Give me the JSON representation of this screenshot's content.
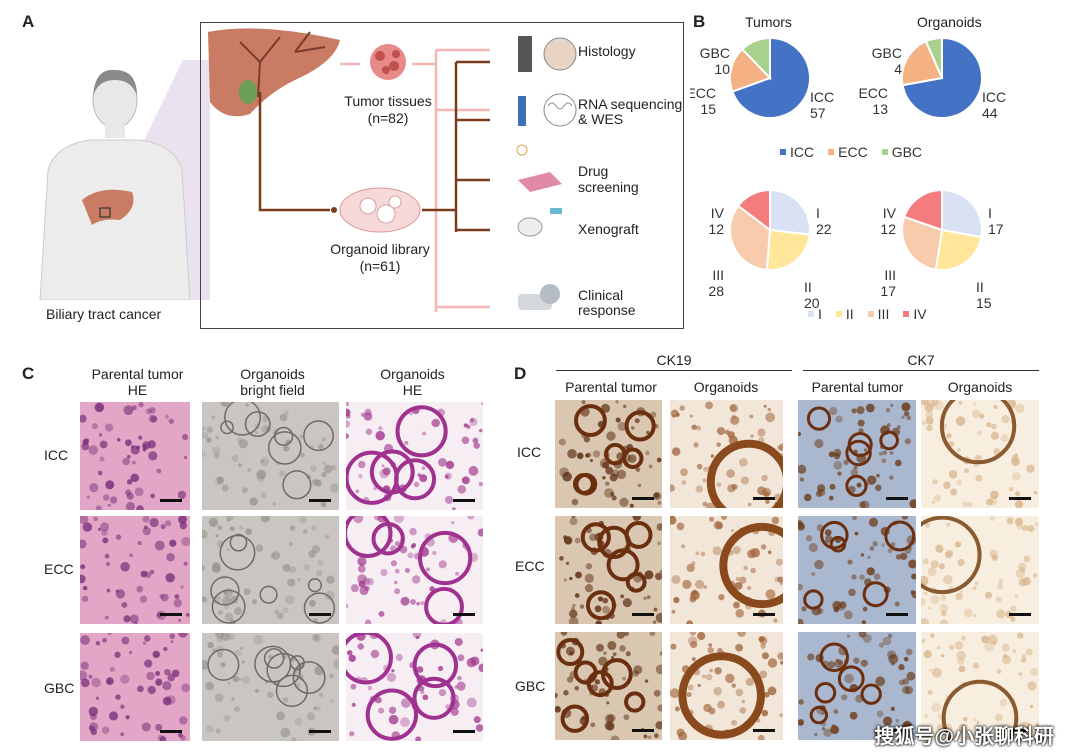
{
  "panel_labels": {
    "a": "A",
    "b": "B",
    "c": "C",
    "d": "D"
  },
  "panel_a": {
    "patient_label": "Biliary tract cancer",
    "tumor_tissues": "Tumor tissues",
    "tumor_n": "(n=82)",
    "organoid_library": "Organoid library",
    "organoid_n": "(n=61)",
    "outputs": [
      "Histology",
      "RNA sequencing",
      "& WES",
      "Drug",
      "screening",
      "Xenograft",
      "Clinical",
      "response"
    ]
  },
  "panel_b": {
    "titles": {
      "tumors": "Tumors",
      "organoids": "Organoids"
    },
    "subtype_legend": [
      "ICC",
      "ECC",
      "GBC"
    ],
    "stage_legend": [
      "I",
      "II",
      "III",
      "IV"
    ],
    "colors": {
      "ICC": "#4472c4",
      "ECC": "#f4b183",
      "GBC": "#a9d18e",
      "I": "#d9e2f3",
      "II": "#ffe699",
      "III": "#f8cbad",
      "IV": "#f47c7c"
    }
  },
  "chart_data": [
    {
      "type": "pie",
      "title": "Tumors",
      "categories": [
        "ICC",
        "ECC",
        "GBC"
      ],
      "values": [
        57,
        15,
        10
      ]
    },
    {
      "type": "pie",
      "title": "Organoids",
      "categories": [
        "ICC",
        "ECC",
        "GBC"
      ],
      "values": [
        44,
        13,
        4
      ]
    },
    {
      "type": "pie",
      "title": "",
      "categories": [
        "I",
        "II",
        "III",
        "IV"
      ],
      "values": [
        22,
        20,
        28,
        12
      ]
    },
    {
      "type": "pie",
      "title": "",
      "categories": [
        "I",
        "II",
        "III",
        "IV"
      ],
      "values": [
        17,
        15,
        17,
        12
      ]
    }
  ],
  "panel_c": {
    "col_headers": [
      [
        "Parental tumor",
        "HE"
      ],
      [
        "Organoids",
        "bright field"
      ],
      [
        "Organoids",
        "HE"
      ]
    ],
    "rows": [
      "ICC",
      "ECC",
      "GBC"
    ]
  },
  "panel_d": {
    "markers": [
      "CK19",
      "CK7"
    ],
    "col_headers": [
      "Parental tumor",
      "Organoids",
      "Parental tumor",
      "Organoids"
    ],
    "rows": [
      "ICC",
      "ECC",
      "GBC"
    ]
  },
  "watermark": "搜狐号@小张聊科研"
}
